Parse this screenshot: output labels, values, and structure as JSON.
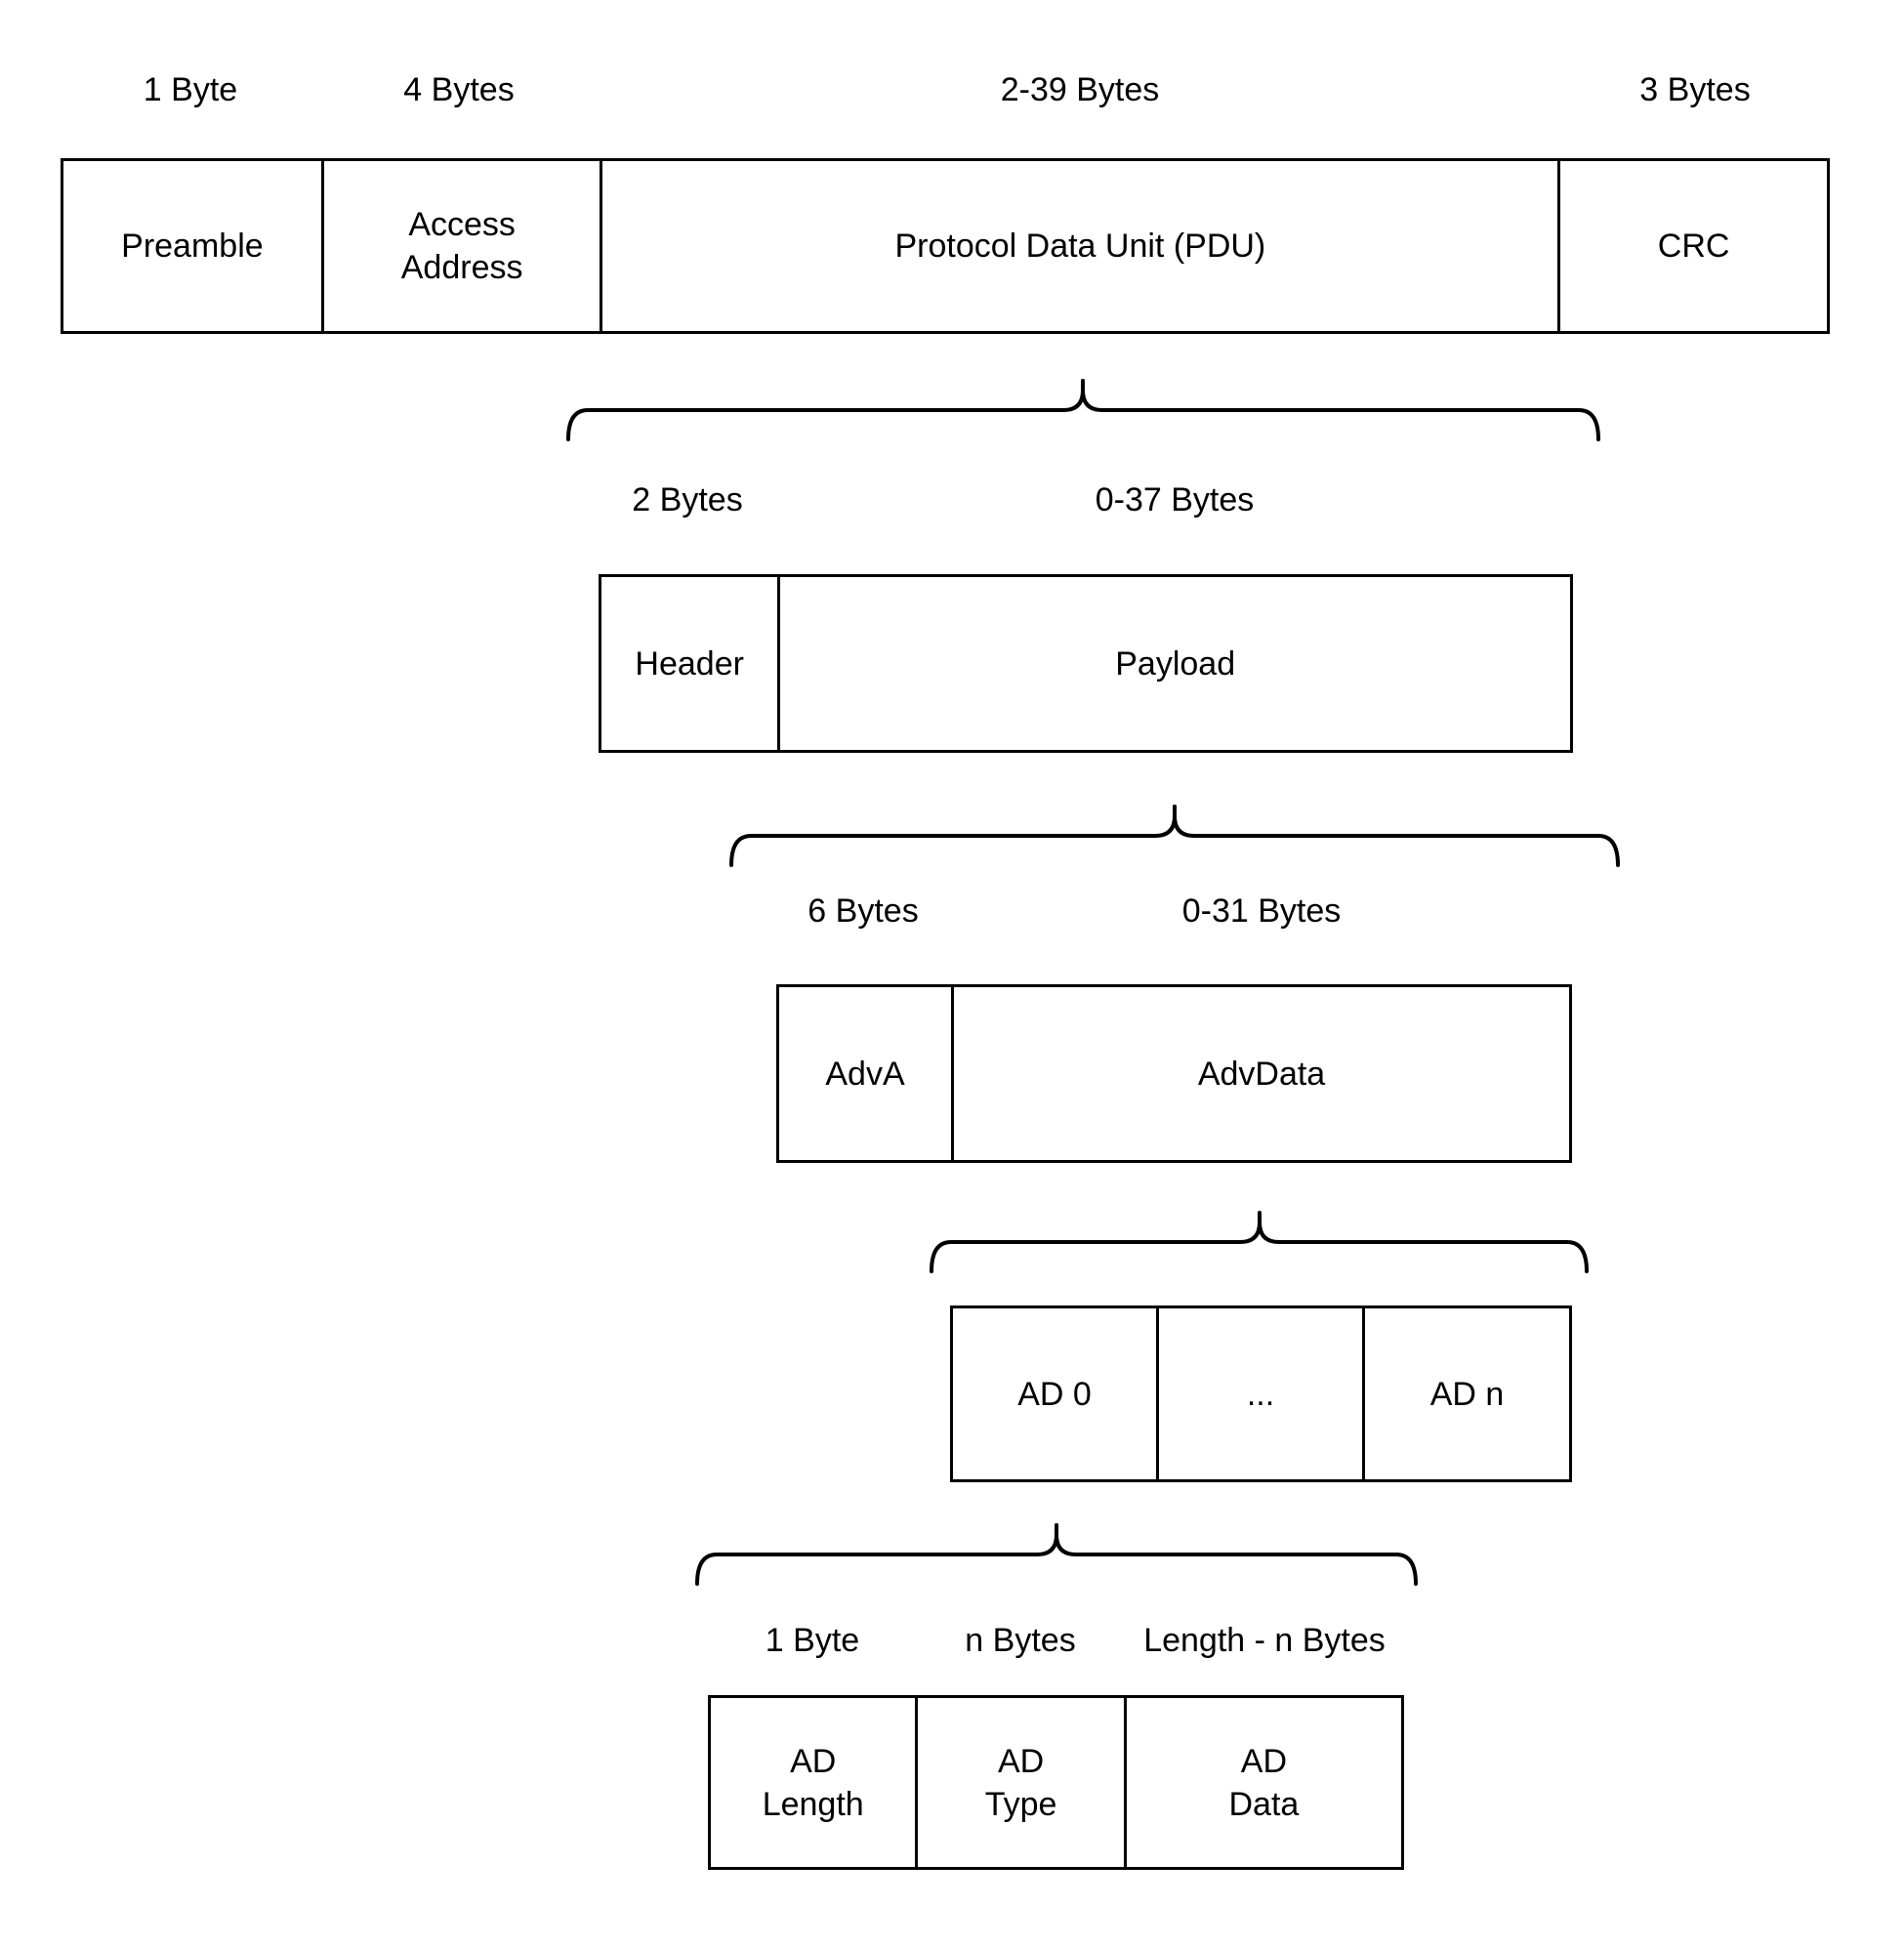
{
  "link_layer_packet": {
    "size_labels": [
      "1 Byte",
      "4 Bytes",
      "2-39 Bytes",
      "3 Bytes"
    ],
    "fields": [
      "Preamble",
      "Access\nAddress",
      "Protocol Data Unit (PDU)",
      "CRC"
    ]
  },
  "pdu": {
    "size_labels": [
      "2 Bytes",
      "0-37 Bytes"
    ],
    "fields": [
      "Header",
      "Payload"
    ]
  },
  "payload": {
    "size_labels": [
      "6 Bytes",
      "0-31 Bytes"
    ],
    "fields": [
      "AdvA",
      "AdvData"
    ]
  },
  "adv_data": {
    "fields": [
      "AD 0",
      "...",
      "AD n"
    ]
  },
  "ad_structure": {
    "size_labels": [
      "1 Byte",
      "n Bytes",
      "Length - n Bytes"
    ],
    "fields": [
      "AD\nLength",
      "AD\nType",
      "AD\nData"
    ]
  },
  "colors": {
    "stroke": "#000000",
    "background": "#ffffff"
  }
}
